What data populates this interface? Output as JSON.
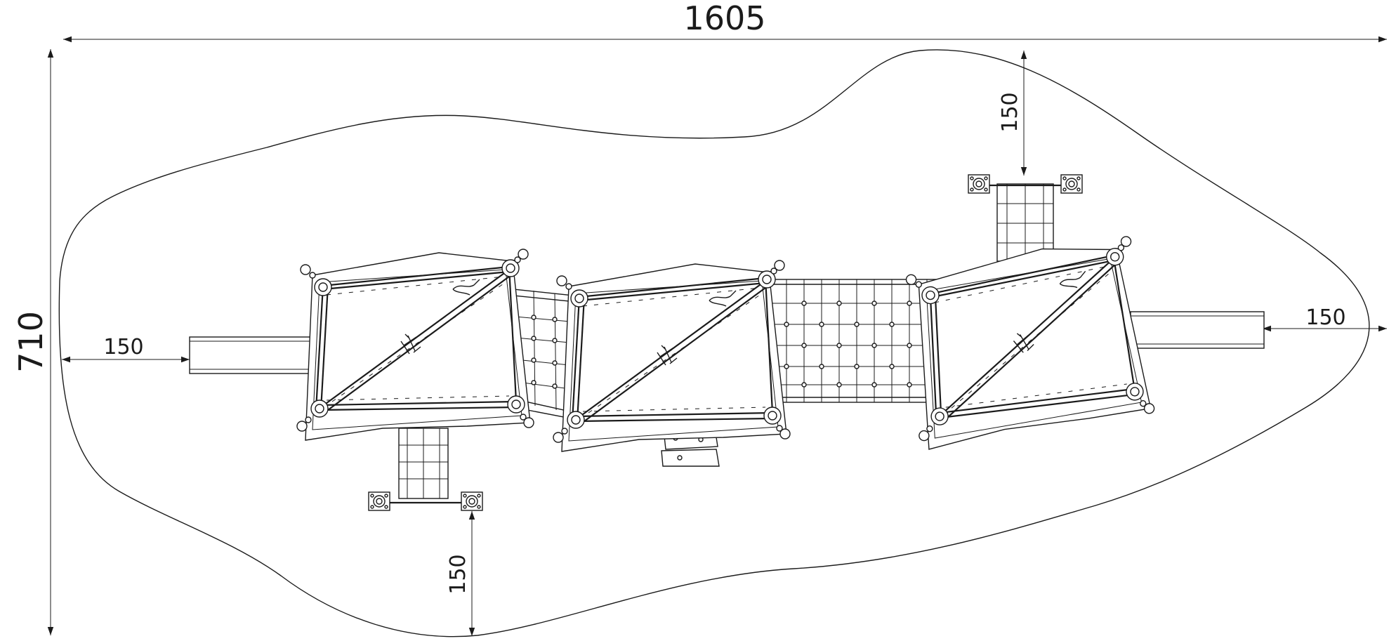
{
  "dimensions": {
    "total_length": "1605",
    "total_width": "710",
    "clearance_left": "150",
    "clearance_right": "150",
    "clearance_top": "150",
    "clearance_bottom": "150"
  },
  "colors": {
    "line": "#1b1b1b",
    "background": "#ffffff"
  },
  "icons": {
    "platform": "rope-net-platform-icon",
    "tunnel": "net-tunnel-icon",
    "ladder": "rope-ladder-icon",
    "anchor": "anchor-plate-icon",
    "slide": "slide-chute-icon",
    "steps": "stepping-stones-icon"
  }
}
